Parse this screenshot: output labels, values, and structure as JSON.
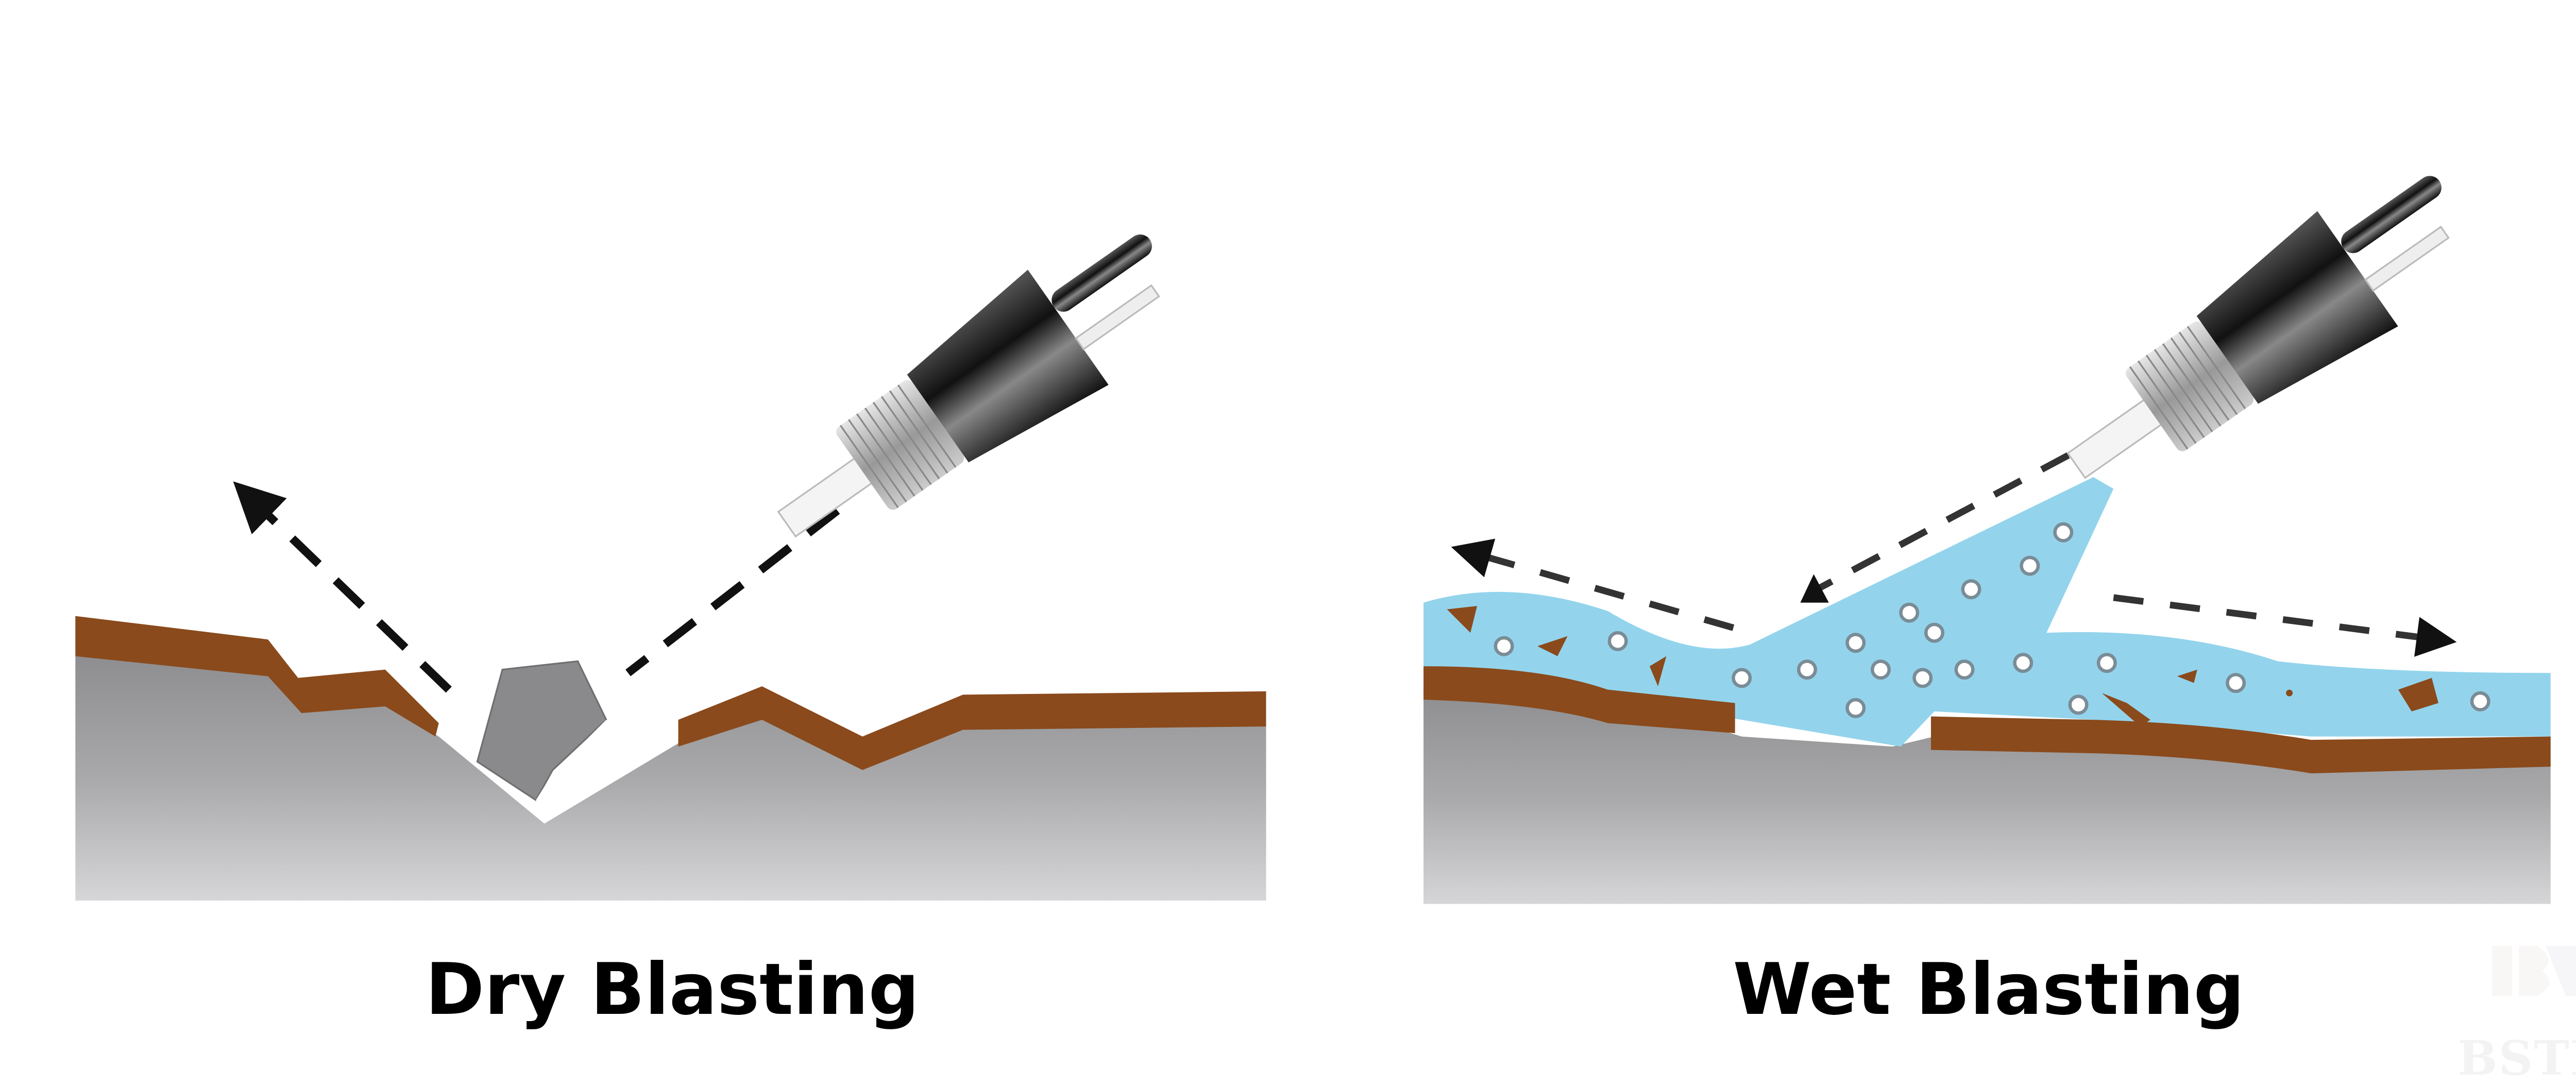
{
  "panels": [
    {
      "caption": "Dry Blasting"
    },
    {
      "caption": "Wet Blasting"
    }
  ],
  "watermark": {
    "monogram": "BS",
    "text": "BSTEC"
  },
  "colors": {
    "coating": "#8a4a1c",
    "water": "#93d4ec",
    "nozzle": "#1e1e1e",
    "substrate_top": "#9a9a9c",
    "substrate_bottom": "#d4d4d6"
  }
}
